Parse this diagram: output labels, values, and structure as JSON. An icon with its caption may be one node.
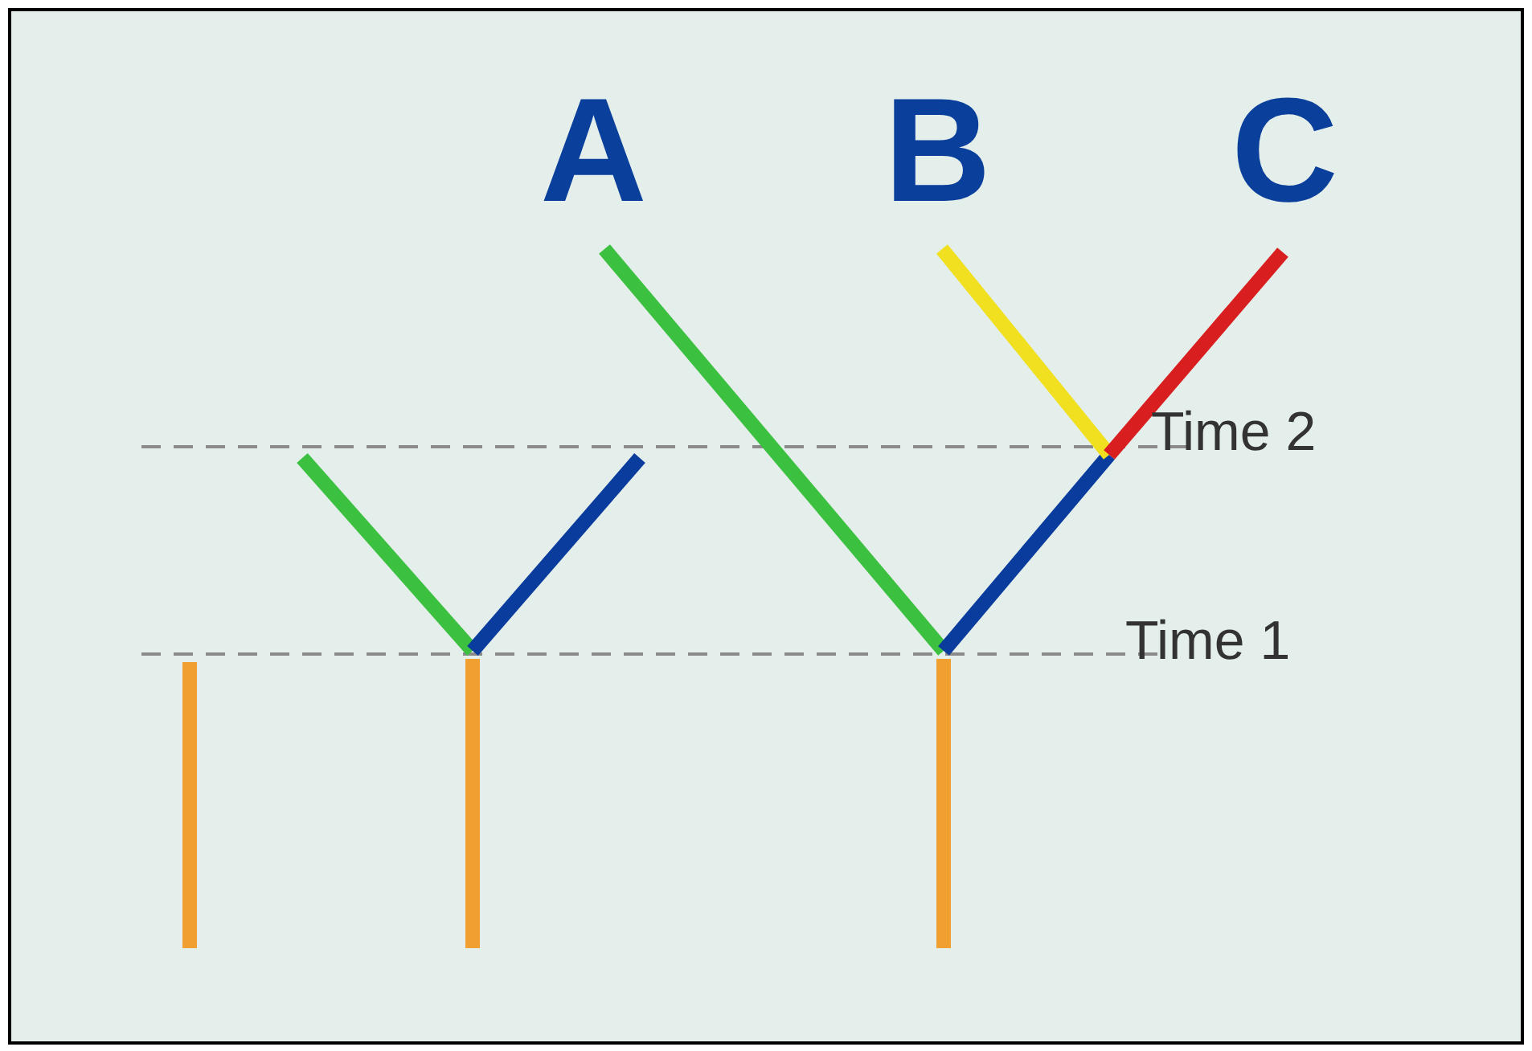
{
  "diagram": {
    "labels": [
      "A",
      "B",
      "C",
      "Time 2",
      "Time 1"
    ]
  }
}
